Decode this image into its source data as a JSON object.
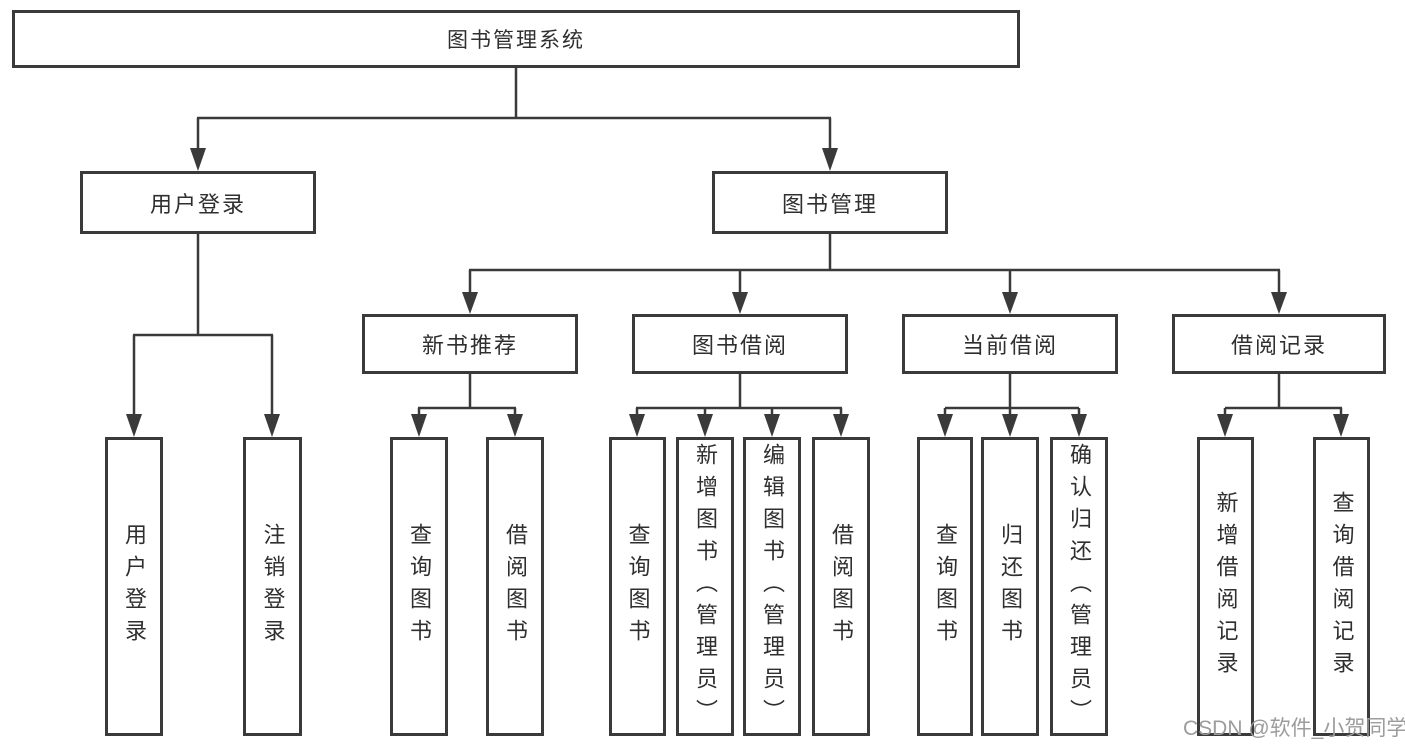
{
  "diagram": {
    "nodes": {
      "root": {
        "label": "图书管理系统"
      },
      "user_login": {
        "label": "用户登录"
      },
      "book_mgmt": {
        "label": "图书管理"
      },
      "new_book_rec": {
        "label": "新书推荐"
      },
      "book_borrow": {
        "label": "图书借阅"
      },
      "current_borrow": {
        "label": "当前借阅"
      },
      "borrow_record": {
        "label": "借阅记录"
      },
      "leaf_user_login": {
        "label": "用户登录"
      },
      "leaf_logout": {
        "label": "注销登录"
      },
      "leaf_nbr_query": {
        "label": "查询图书"
      },
      "leaf_nbr_borrow": {
        "label": "借阅图书"
      },
      "leaf_bb_query": {
        "label": "查询图书"
      },
      "leaf_bb_add": {
        "label": "新增图书（管理员）"
      },
      "leaf_bb_edit": {
        "label": "编辑图书（管理员）"
      },
      "leaf_bb_borrow": {
        "label": "借阅图书"
      },
      "leaf_cb_query": {
        "label": "查询图书"
      },
      "leaf_cb_return": {
        "label": "归还图书"
      },
      "leaf_cb_confirm": {
        "label": "确认归还（管理员）"
      },
      "leaf_br_add": {
        "label": "新增借阅记录"
      },
      "leaf_br_query": {
        "label": "查询借阅记录"
      }
    },
    "colors": {
      "border": "#3a3a3a",
      "line": "#3a3a3a",
      "text": "#2f2f2f",
      "watermark": "#9c9c9c",
      "background": "#ffffff"
    }
  },
  "watermark": {
    "text": "CSDN @软件_小贺同学"
  }
}
